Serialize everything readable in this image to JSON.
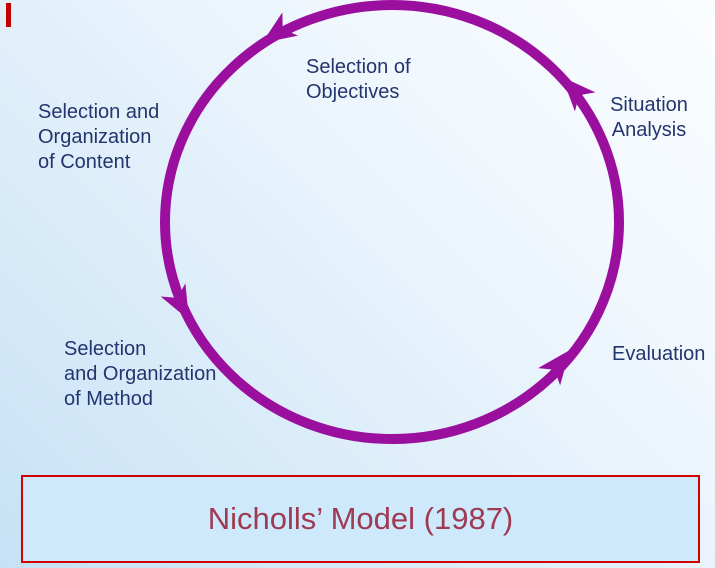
{
  "slide": {
    "background_top_right": "#fbfdff",
    "background_bottom_left": "#c6e1f6"
  },
  "diagram": {
    "type": "cycle",
    "direction": "counterclockwise",
    "cycle_color": "#9b0f9f",
    "label_color": "#23356d",
    "labels": {
      "objectives": "Selection of\nObjectives",
      "situation_analysis": "Situation\nAnalysis",
      "content": "Selection and\nOrganization\nof Content",
      "method": "Selection\nand Organization\nof Method",
      "evaluation": "Evaluation"
    }
  },
  "caption": {
    "title": "Nicholls’ Model (1987)",
    "text_color": "#9e3a52",
    "border_color": "#cf0101",
    "fill_color": "#cde9fb"
  }
}
